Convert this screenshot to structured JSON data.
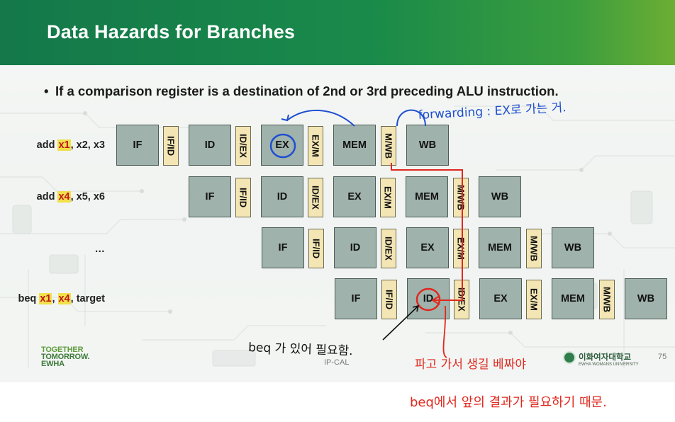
{
  "slide": {
    "title": "Data Hazards for Branches",
    "bullet": "If a comparison register is a destination of 2nd or 3rd preceding ALU instruction.",
    "page_number": "75",
    "watermark": "IP-CAL",
    "footer_logo": {
      "line1": "TOGETHER",
      "line2": "TOMORROW.",
      "line3": "EWHA"
    },
    "university": {
      "name": "이화여자대학교",
      "subtitle": "EWHA WOMANS UNIVERSITY"
    }
  },
  "pipeline": {
    "instructions": [
      {
        "label_parts": [
          {
            "text": "add ",
            "hl": false
          },
          {
            "text": "x1",
            "hl": true
          },
          {
            "text": ", x2, x3",
            "hl": false
          }
        ],
        "stages": [
          "IF",
          "IF/ID",
          "ID",
          "ID/EX",
          "EX",
          "EX/M",
          "MEM",
          "M/WB",
          "WB"
        ]
      },
      {
        "label_parts": [
          {
            "text": "add ",
            "hl": false
          },
          {
            "text": "x4",
            "hl": true
          },
          {
            "text": ", x5, x6",
            "hl": false
          }
        ],
        "stages": [
          "IF",
          "IF/ID",
          "ID",
          "ID/EX",
          "EX",
          "EX/M",
          "MEM",
          "M/WB",
          "WB"
        ]
      },
      {
        "label_parts": [
          {
            "text": "…",
            "hl": false
          }
        ],
        "stages": [
          "IF",
          "IF/ID",
          "ID",
          "ID/EX",
          "EX",
          "EX/M",
          "MEM",
          "M/WB",
          "WB"
        ]
      },
      {
        "label_parts": [
          {
            "text": "beq ",
            "hl": false
          },
          {
            "text": "x1",
            "hl": true
          },
          {
            "text": ", ",
            "hl": false
          },
          {
            "text": "x4",
            "hl": true
          },
          {
            "text": ", target",
            "hl": false
          }
        ],
        "stages": [
          "IF",
          "IF/ID",
          "ID",
          "ID/EX",
          "EX",
          "EX/M",
          "MEM",
          "M/WB",
          "WB"
        ]
      }
    ]
  },
  "annotations": {
    "blue_note": "forwarding : EX로 가는 거.",
    "black_note": "beq 가 있어 필요함.",
    "red_note_1": "파고 가서 생길 베짜야",
    "red_note_2": "beq에서 앞의 결과가 필요하기 때문."
  },
  "colors": {
    "header_start": "#14784a",
    "header_end": "#6cae34",
    "stage_fill": "#9fb2ab",
    "latch_fill": "#f3e6b4",
    "highlight_fill": "#f1e04a",
    "highlight_text": "#c0161a",
    "ink_blue": "#1f4fd1",
    "ink_red": "#e0281e"
  }
}
